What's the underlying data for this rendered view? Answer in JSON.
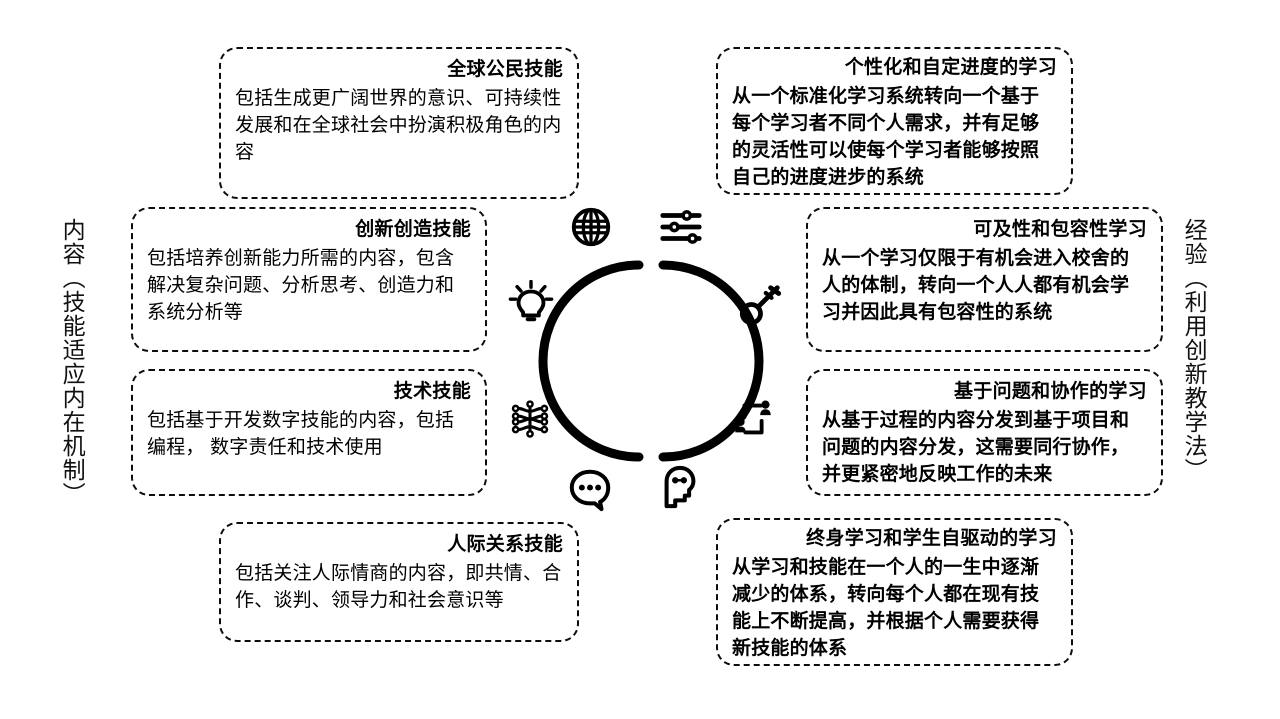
{
  "diagram": {
    "side_labels": {
      "left": "内容（技能适应内在机制）",
      "right": "经验（利用创新教学法）"
    },
    "accent_color": "#000000",
    "background_color": "#ffffff",
    "cards": {
      "global_citizenship": {
        "title": "全球公民技能",
        "body": "包括生成更广阔世界的意识、可持续性发展和在全球社会中扮演积极角色的内容"
      },
      "personalized_learning": {
        "title": "个性化和自定进度的学习",
        "body": "从一个标准化学习系统转向一个基于每个学习者不同个人需求，并有足够的灵活性可以使每个学习者能够按照自己的进度进步的系统"
      },
      "innovation_skills": {
        "title": "创新创造技能",
        "body": "包括培养创新能力所需的内容，包含解决复杂问题、分析思考、创造力和系统分析等"
      },
      "accessible_inclusive": {
        "title": "可及性和包容性学习",
        "body": "从一个学习仅限于有机会进入校舍的人的体制，转向一个人人都有机会学习并因此具有包容性的系统"
      },
      "technical_skills": {
        "title": "技术技能",
        "body": "包括基于开发数字技能的内容，包括编程， 数字责任和技术使用"
      },
      "problem_collaborative": {
        "title": "基于问题和协作的学习",
        "body": "从基于过程的内容分发到基于项目和问题的内容分发，这需要同行协作，并更紧密地反映工作的未来"
      },
      "interpersonal_skills": {
        "title": "人际关系技能",
        "body": "包括关注人际情商的内容，即共情、合作、谈判、领导力和社会意识等"
      },
      "lifelong_learning": {
        "title": "终身学习和学生自驱动的学习",
        "body": "从学习和技能在一个人的一生中逐渐减少的体系，转向每个人都在现有技能上不断提高，并根据个人需要获得新技能的体系"
      }
    },
    "icons": [
      {
        "name": "globe-icon",
        "meaning": "全球公民技能"
      },
      {
        "name": "sliders-icon",
        "meaning": "个性化和自定进度的学习"
      },
      {
        "name": "lightbulb-icon",
        "meaning": "创新创造技能"
      },
      {
        "name": "key-icon",
        "meaning": "可及性和包容性学习"
      },
      {
        "name": "network-nodes-icon",
        "meaning": "技术技能"
      },
      {
        "name": "collaboration-icon",
        "meaning": "基于问题和协作的学习"
      },
      {
        "name": "chat-bubble-icon",
        "meaning": "人际关系技能"
      },
      {
        "name": "head-profile-icon",
        "meaning": "终身学习和学生自驱动的学习"
      }
    ]
  }
}
